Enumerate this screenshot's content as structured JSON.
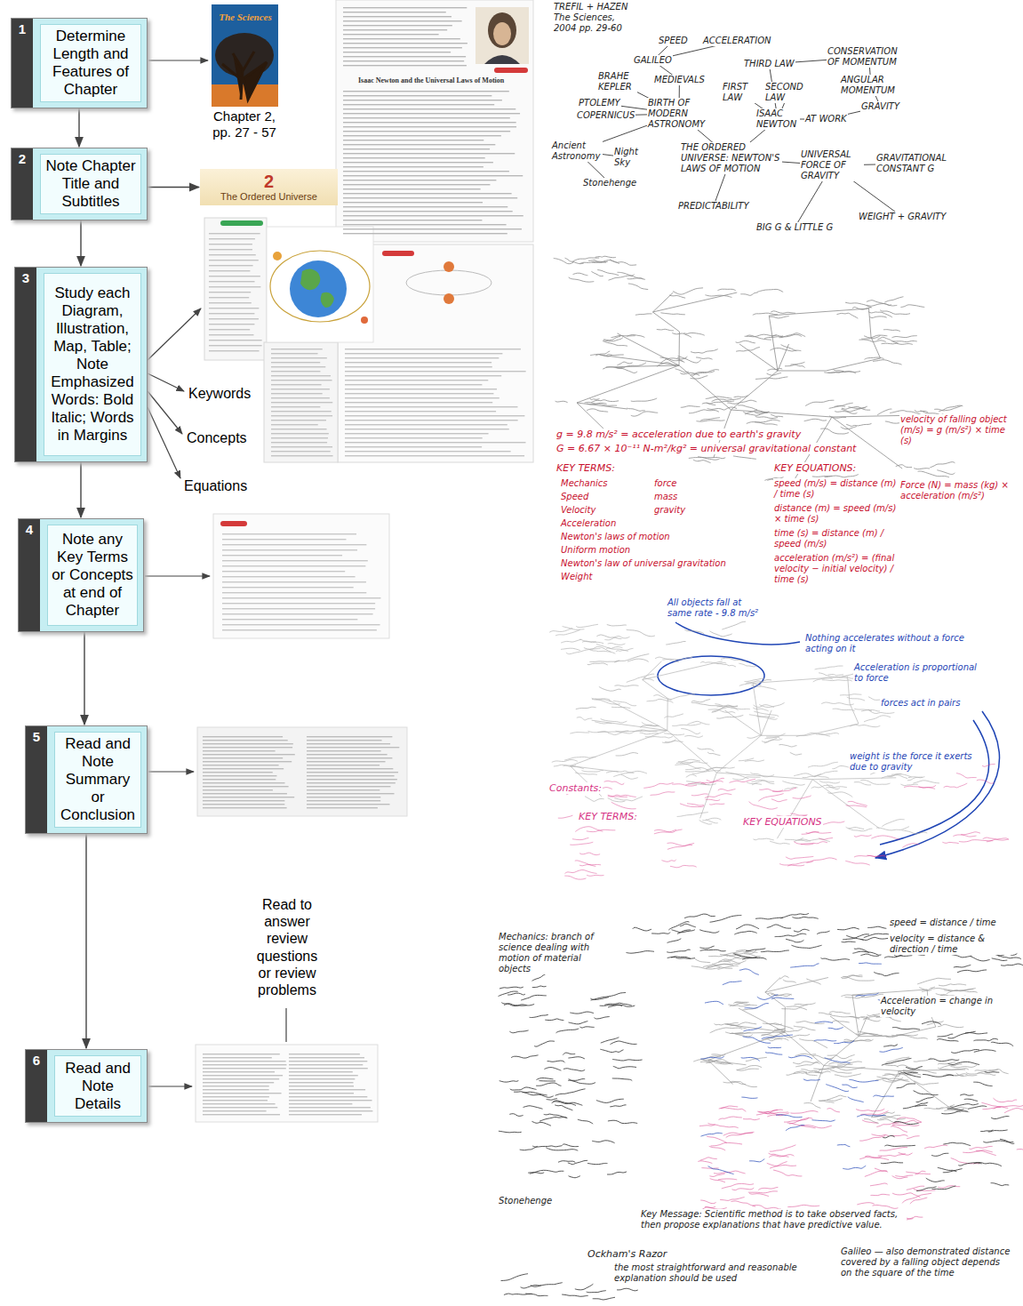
{
  "diagram": {
    "nodes": [
      {
        "text": [
          "1",
          "Determine Length and Features of Chapter"
        ]
      },
      {
        "text": [
          "2",
          "Note Chapter Title and Subtitles"
        ]
      },
      {
        "text": [
          "3",
          "Study each Diagram, Illustration, Map, Table; Note Emphasized Words: Bold Italic; Words in Margins"
        ]
      },
      {
        "text": [
          "4",
          "Note any Key Terms or Concepts at end of Chapter"
        ]
      },
      {
        "text": [
          "5",
          "Read and Note Summary or Conclusion"
        ]
      },
      {
        "text": [
          "6",
          "Read and Note Details"
        ]
      },
      {
        "text": [
          "2",
          "The Ordered Universe"
        ]
      }
    ],
    "edges": [
      {
        "from": 0,
        "to": 1,
        "arrow": "to"
      },
      {
        "from": 1,
        "to": 2,
        "arrow": "to"
      },
      {
        "from": 2,
        "to": 3,
        "arrow": "to"
      },
      {
        "from": 3,
        "to": 4,
        "arrow": "to"
      },
      {
        "from": 4,
        "to": 5,
        "arrow": "to"
      },
      {
        "from": 1,
        "to": 6,
        "arrow": "to"
      }
    ],
    "labels": [
      "The Sciences",
      "Chapter 2, pp. 27 - 57",
      "Isaac Newton and the Universal Laws of Motion",
      "Keywords",
      "Concepts",
      "Equations",
      "Read to answer review questions or review problems",
      "TREFIL + HAZEN The Sciences, 2004 pp. 29-60",
      "SPEED",
      "ACCELERATION",
      "GALILEO",
      "BRAHE KEPLER",
      "MEDIEVALS",
      "THIRD LAW",
      "CONSERVATION OF MOMENTUM",
      "FIRST LAW",
      "SECOND LAW",
      "ANGULAR MOMENTUM",
      "PTOLEMY",
      "COPERNICUS",
      "BIRTH OF MODERN ASTRONOMY",
      "ISAAC NEWTON",
      "AT WORK",
      "GRAVITY",
      "Ancient Astronomy",
      "Night Sky",
      "Stonehenge",
      "THE ORDERED UNIVERSE: NEWTON'S LAWS OF MOTION",
      "UNIVERSAL FORCE OF GRAVITY",
      "GRAVITATIONAL CONSTANT G",
      "PREDICTABILITY",
      "BIG G & LITTLE G",
      "WEIGHT + GRAVITY",
      "g = 9.8 m/s² = acceleration due to earth's gravity",
      "G = 6.67 × 10⁻¹¹ N-m²/kg² = universal gravitational constant",
      "KEY TERMS:",
      "Mechanics",
      "Speed",
      "Velocity",
      "Acceleration",
      "Newton's laws of motion",
      "Uniform motion",
      "Newton's law of universal gravitation",
      "Weight",
      "force",
      "mass",
      "gravity",
      "KEY EQUATIONS:",
      "speed (m/s) = distance (m) / time (s)",
      "distance (m) = speed (m/s) × time (s)",
      "time (s) = distance (m) / speed (m/s)",
      "acceleration (m/s²) = (final velocity − initial velocity) / time (s)",
      "velocity of falling object (m/s) = g (m/s²) × time (s)",
      "Force (N) = mass (kg) × acceleration (m/s²)",
      "All objects fall at same rate - 9.8 m/s²",
      "Nothing accelerates without a force acting on it",
      "Acceleration is proportional to force",
      "forces act in pairs",
      "weight is the force it exerts due to gravity",
      "Constants:",
      "KEY TERMS:",
      "KEY EQUATIONS",
      "Mechanics: branch of science dealing with motion of material objects",
      "speed = distance / time",
      "velocity = distance & direction / time",
      "Acceleration = change in velocity",
      "Stonehenge",
      "Key Message: Scientific method is to take observed facts, then propose explanations that have predictive value.",
      "Ockham's Razor",
      "the most straightforward and reasonable explanation should be used",
      "Galileo — also demonstrated distance covered by a falling object depends on the square of the time"
    ]
  }
}
